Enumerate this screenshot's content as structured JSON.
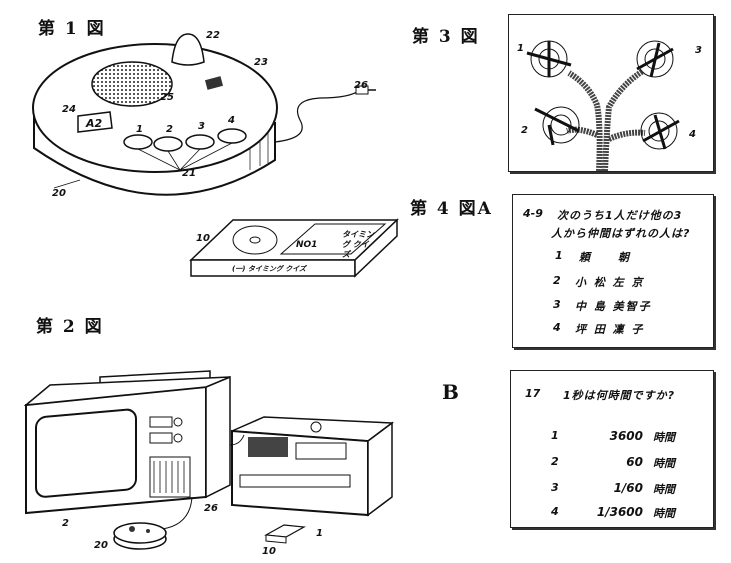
{
  "figures": {
    "fig1": {
      "title": "第 1 図",
      "refs": {
        "r20": "20",
        "r21": "21",
        "r22": "22",
        "r23": "23",
        "r24": "24",
        "r25": "25",
        "r26": "26",
        "r10": "10"
      },
      "buttons": [
        "1",
        "2",
        "3",
        "4"
      ],
      "display": "A2",
      "cartridge_text": "タイミング クイズ",
      "cartridge_no": "NO1",
      "cartridge_bottom": "(一) タイミング クイズ"
    },
    "fig2": {
      "title": "第 2 図",
      "refs": {
        "r1": "1",
        "r2": "2",
        "r10": "10",
        "r20": "20",
        "r26": "26"
      }
    },
    "fig3": {
      "title": "第 3 図",
      "refs": [
        "1",
        "2",
        "3",
        "4"
      ]
    },
    "fig4a": {
      "title": "第 4 図A",
      "qnum": "4-9",
      "question_line1": "次のうち1人だけ他の3",
      "question_line2": "人から仲間はずれの人は?",
      "options": [
        {
          "n": "1",
          "text": "頼　　朝"
        },
        {
          "n": "2",
          "text": "小 松 左 京"
        },
        {
          "n": "3",
          "text": "中 島 美智子"
        },
        {
          "n": "4",
          "text": "坪 田 凜 子"
        }
      ]
    },
    "fig4b": {
      "title": "B",
      "qnum": "17",
      "question": "1秒は何時間ですか?",
      "options": [
        {
          "n": "1",
          "value": "3600",
          "unit": "時間"
        },
        {
          "n": "2",
          "value": "60",
          "unit": "時間"
        },
        {
          "n": "3",
          "value": "1/60",
          "unit": "時間"
        },
        {
          "n": "4",
          "value": "1/3600",
          "unit": "時間"
        }
      ]
    }
  }
}
